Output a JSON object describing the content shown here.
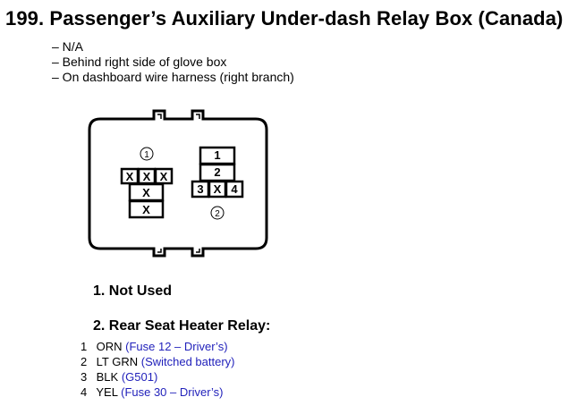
{
  "title": "199. Passenger’s Auxiliary Under-dash Relay Box (Canada)",
  "info_lines": [
    "– N/A",
    "– Behind right side of glove box",
    "– On dashboard wire harness (right branch)"
  ],
  "diagram": {
    "relay1_marker": "①",
    "relay2_marker": "②",
    "relay1_cells": [
      "X",
      "X",
      "X",
      "X",
      "X"
    ],
    "relay2_cells": [
      "1",
      "2",
      "3",
      "X",
      "4"
    ]
  },
  "sections": [
    {
      "title": "1. Not Used"
    },
    {
      "title": "2. Rear Seat Heater Relay:"
    }
  ],
  "pins": [
    {
      "num": "1",
      "wire": "ORN",
      "desc": "(Fuse 12 – Driver’s)"
    },
    {
      "num": "2",
      "wire": "LT GRN",
      "desc": "(Switched battery)"
    },
    {
      "num": "3",
      "wire": "BLK",
      "desc": "(G501)"
    },
    {
      "num": "4",
      "wire": "YEL",
      "desc": "(Fuse 30 – Driver’s)"
    }
  ],
  "colors": {
    "link": "#2222bb",
    "line": "#000000"
  }
}
